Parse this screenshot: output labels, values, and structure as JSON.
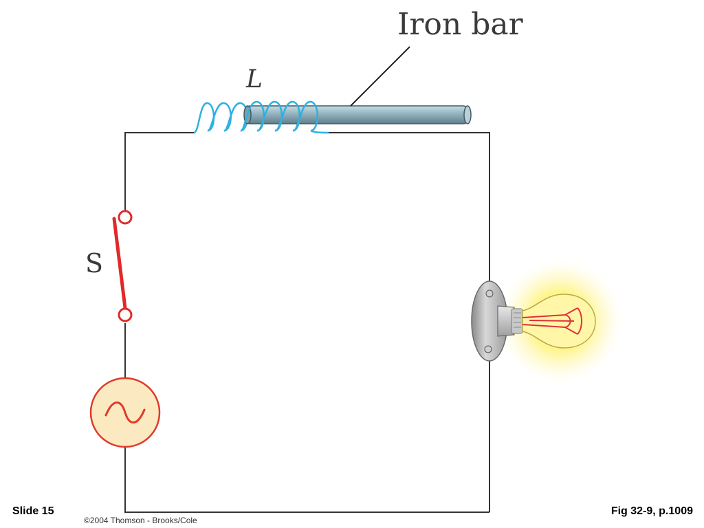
{
  "labels": {
    "iron_bar": "Iron bar",
    "inductor": "L",
    "switch": "S"
  },
  "footer": {
    "slide_number": "Slide 15",
    "copyright": "©2004 Thomson - Brooks/Cole",
    "figure_reference": "Fig 32-9, p.1009"
  },
  "colors": {
    "wire": "#333333",
    "coil": "#2fb0e0",
    "iron_bar": "#8fb0bc",
    "switch": "#e02a2a",
    "ac_source_fill": "#fbe9c1",
    "ac_source_stroke": "#e03a2a",
    "bulb_glow": "#fff37a",
    "filament": "#e0303a"
  },
  "icons": {
    "ac_source": "sine-wave-icon",
    "lamp": "light-bulb-icon"
  }
}
